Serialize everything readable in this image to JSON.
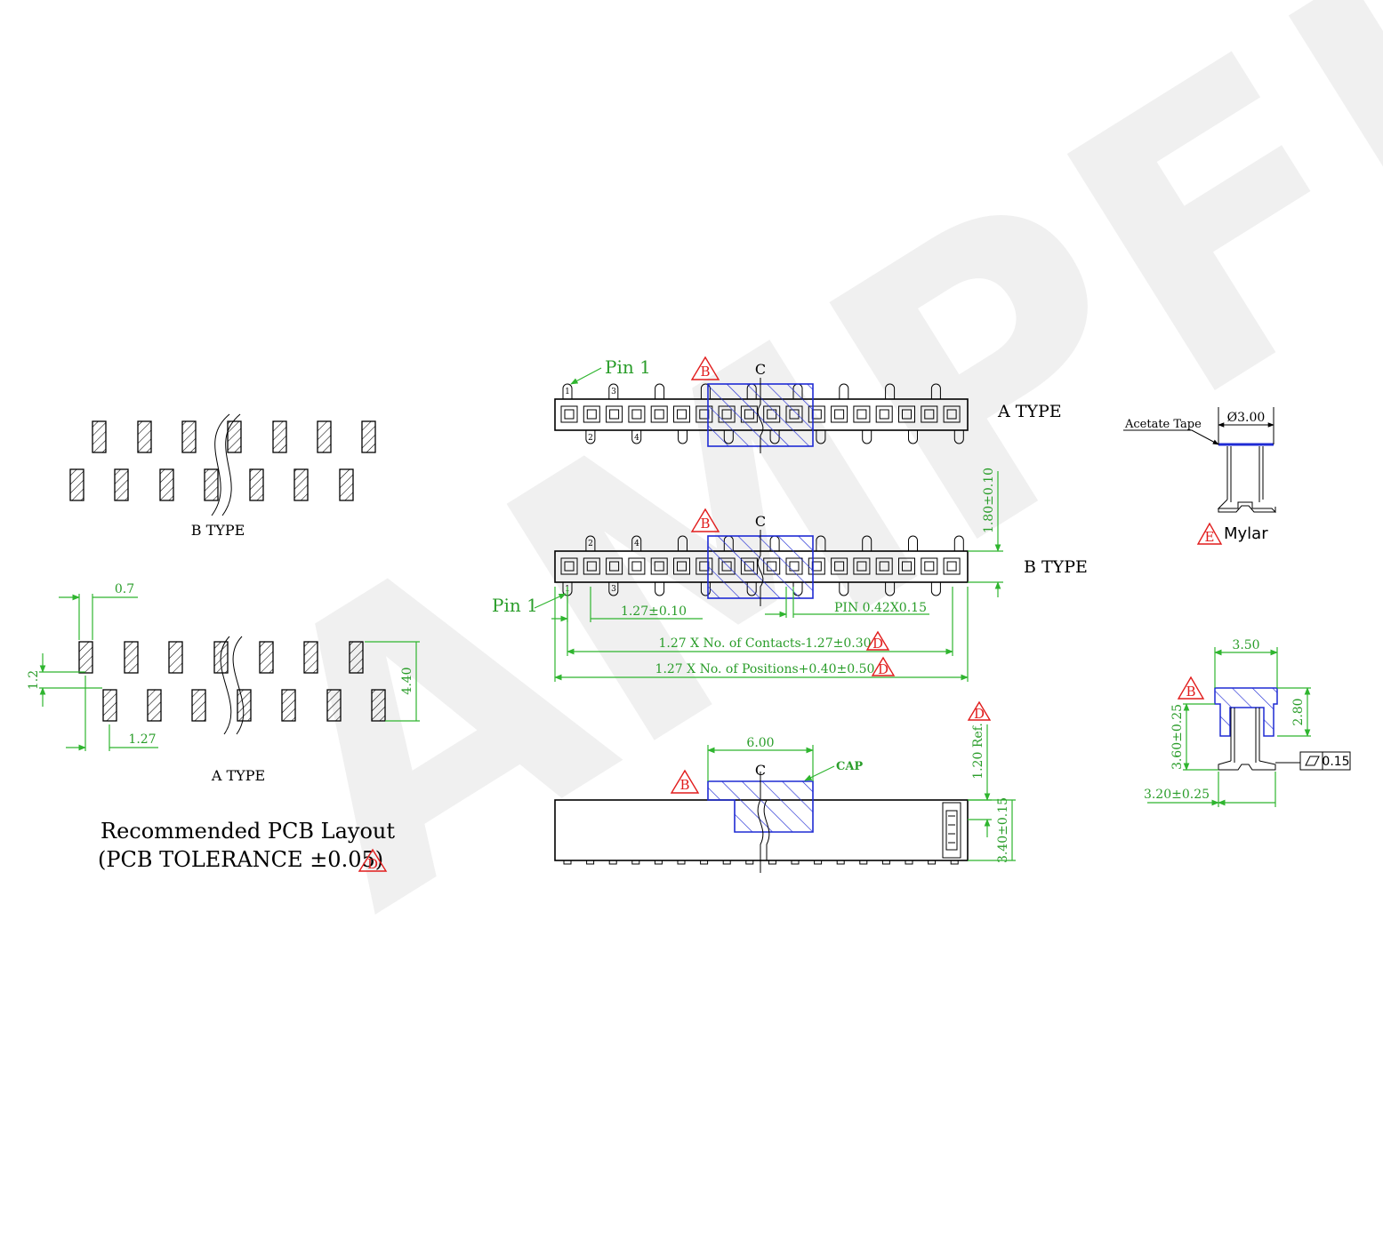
{
  "pcb_layout": {
    "b_type_label": "B TYPE",
    "a_type_label": "A TYPE",
    "title_line1": "Recommended PCB Layout",
    "title_line2": "(PCB TOLERANCE ±0.05)",
    "title_rev": "D",
    "dims": {
      "pad_width": "0.7",
      "pad_height": "1.2",
      "row_span": "4.40",
      "pitch": "1.27"
    }
  },
  "connector": {
    "a_type_label": "A TYPE",
    "b_type_label": "B TYPE",
    "pin1_label_a": "Pin 1",
    "pin1_label_b": "Pin 1",
    "centerline_mark": "C",
    "rev_b": "B",
    "rev_d": "D",
    "pin_numbers_a": [
      "1",
      "3",
      "2",
      "4"
    ],
    "pin_numbers_b": [
      "2",
      "4",
      "1",
      "3"
    ],
    "dims": {
      "height": "1.80±0.10",
      "pitch": "1.27±0.10",
      "pin": "PIN 0.42X0.15",
      "contacts": "1.27 X No. of Contacts-1.27±0.30",
      "positions": "1.27 X No. of Positions+0.40±0.50"
    }
  },
  "side_view": {
    "cap_width": "6.00",
    "cap_label": "CAP",
    "ref_height": "1.20 Ref.",
    "body_height": "3.40±0.15",
    "centerline_mark": "C",
    "rev_b": "B",
    "rev_d": "D"
  },
  "mylar": {
    "acetate_label": "Acetate Tape",
    "diameter": "Ø3.00",
    "mylar_label": "Mylar",
    "rev_e": "E"
  },
  "end_view": {
    "top_width": "3.50",
    "inner_height": "2.80",
    "total_height": "3.60±0.25",
    "bottom_width": "3.20±0.25",
    "flatness": "0.15",
    "rev_b": "B"
  },
  "watermark": {
    "text": "AMPFL"
  },
  "colors": {
    "dimension": "#2fb52f",
    "cap": "#1f2bd4",
    "revision": "#e11c1c",
    "watermark": "#ececec"
  }
}
